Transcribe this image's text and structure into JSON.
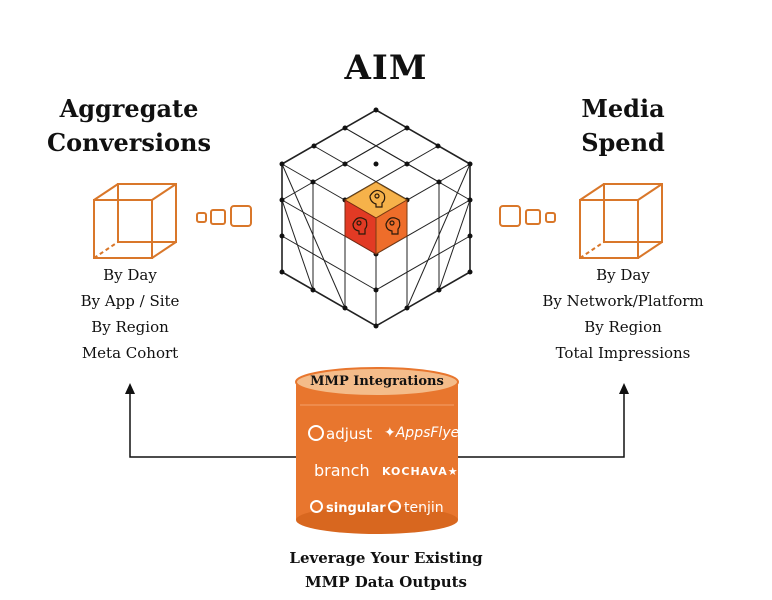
{
  "title": "AIM",
  "left": {
    "title_line1": "Aggregate",
    "title_line2": "Conversions",
    "items": [
      "By Day",
      "By App / Site",
      "By Region",
      "Meta Cohort"
    ]
  },
  "right": {
    "title_line1": "Media",
    "title_line2": "Spend",
    "items": [
      "By Day",
      "By Network/Platform",
      "By Region",
      "Total Impressions"
    ]
  },
  "cylinder": {
    "label": "MMP Integrations",
    "logos": [
      "adjust",
      "AppsFlyer",
      "branch",
      "KOCHAVA",
      "singular",
      "tenjin"
    ]
  },
  "footer": {
    "line1": "Leverage Your Existing",
    "line2": "MMP Data Outputs"
  },
  "colors": {
    "accent": "#e07b2c",
    "cube_top": "#f6b24a",
    "cube_left": "#e23a24",
    "cube_right": "#ee6d2a",
    "cylinder": "#e8762e",
    "cylinder_top": "#f4bc8a"
  },
  "icons": [
    "head-gears-icon",
    "cube-outline-icon",
    "arrow-up-icon",
    "star-icon"
  ]
}
